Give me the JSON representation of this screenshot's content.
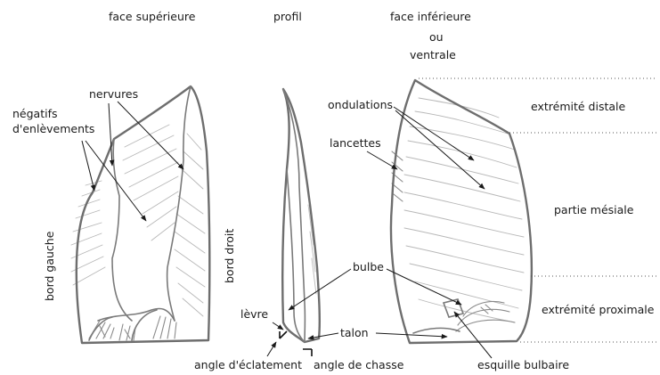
{
  "views": {
    "superior": "face supérieure",
    "profile": "profil",
    "inferior_line1": "face inférieure",
    "inferior_line2": "ou",
    "inferior_line3": "ventrale"
  },
  "labels": {
    "negatifs_line1": "négatifs",
    "negatifs_line2": "d'enlèvements",
    "nervures": "nervures",
    "bord_gauche": "bord gauche",
    "bord_droit": "bord droit",
    "levre": "lèvre",
    "angle_eclatement": "angle d'éclatement",
    "angle_chasse": "angle de chasse",
    "bulbe": "bulbe",
    "talon": "talon",
    "ondulations": "ondulations",
    "lancettes": "lancettes",
    "esquille_bulbaire": "esquille bulbaire"
  },
  "zones": {
    "distale": "extrémité distale",
    "mesiale": "partie mésiale",
    "proximale": "extrémité proximale"
  }
}
